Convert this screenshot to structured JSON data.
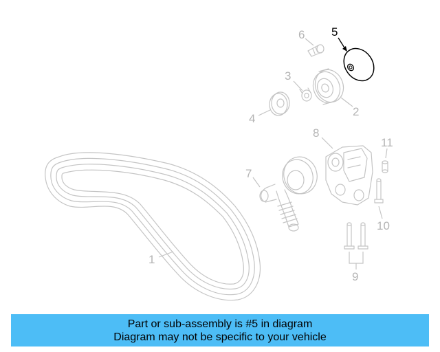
{
  "diagram": {
    "callouts": [
      {
        "id": "1",
        "label": "1"
      },
      {
        "id": "2",
        "label": "2"
      },
      {
        "id": "3",
        "label": "3"
      },
      {
        "id": "4",
        "label": "4"
      },
      {
        "id": "5",
        "label": "5"
      },
      {
        "id": "6",
        "label": "6"
      },
      {
        "id": "7",
        "label": "7"
      },
      {
        "id": "8",
        "label": "8"
      },
      {
        "id": "9",
        "label": "9"
      },
      {
        "id": "10",
        "label": "10"
      },
      {
        "id": "11",
        "label": "11"
      }
    ],
    "highlighted_part": "5",
    "colors": {
      "highlight": "#000000",
      "linework": "#c4c4c4",
      "banner": "#4dbdf6"
    }
  },
  "banner": {
    "line1": "Part or sub-assembly is #5 in diagram",
    "line2": "Diagram may not be specific to your vehicle"
  }
}
